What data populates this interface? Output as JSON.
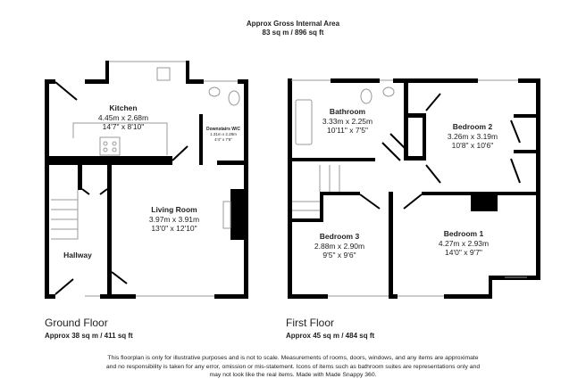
{
  "header": {
    "title": "Approx Gross Internal Area",
    "area": "83 sq m / 896 sq ft"
  },
  "ground_floor": {
    "label": "Ground Floor",
    "area": "Approx 38 sq m / 411 sq ft",
    "rooms": [
      {
        "name": "Kitchen",
        "metric": "4.45m x 2.68m",
        "imperial": "14'7\" x 8'10\""
      },
      {
        "name": "Downstairs W/C",
        "metric": "1.31m x 2.28m",
        "imperial": "4'4\" x 7'6\""
      },
      {
        "name": "Living Room",
        "metric": "3.97m x 3.91m",
        "imperial": "13'0\" x 12'10\""
      },
      {
        "name": "Hallway"
      }
    ]
  },
  "first_floor": {
    "label": "First Floor",
    "area": "Approx 45 sq m / 484 sq ft",
    "rooms": [
      {
        "name": "Bathroom",
        "metric": "3.33m x 2.25m",
        "imperial": "10'11\" x 7'5\""
      },
      {
        "name": "Bedroom 2",
        "metric": "3.26m x 3.19m",
        "imperial": "10'8\" x 10'6\""
      },
      {
        "name": "Bedroom 3",
        "metric": "2.88m x 2.90m",
        "imperial": "9'5\" x 9'6\""
      },
      {
        "name": "Bedroom 1",
        "metric": "4.27m x 2.93m",
        "imperial": "14'0\" x 9'7\""
      }
    ]
  },
  "disclaimer": [
    "This floorplan is only for illustrative purposes and is not to scale. Measurements of rooms, doors, windows, and any items are approximate",
    "and no responsibility is taken for any error, omission or mis-statement. Icons of items such as bathroom suites are representations only and",
    "may not look like the real items. Made with Made Snappy 360."
  ]
}
